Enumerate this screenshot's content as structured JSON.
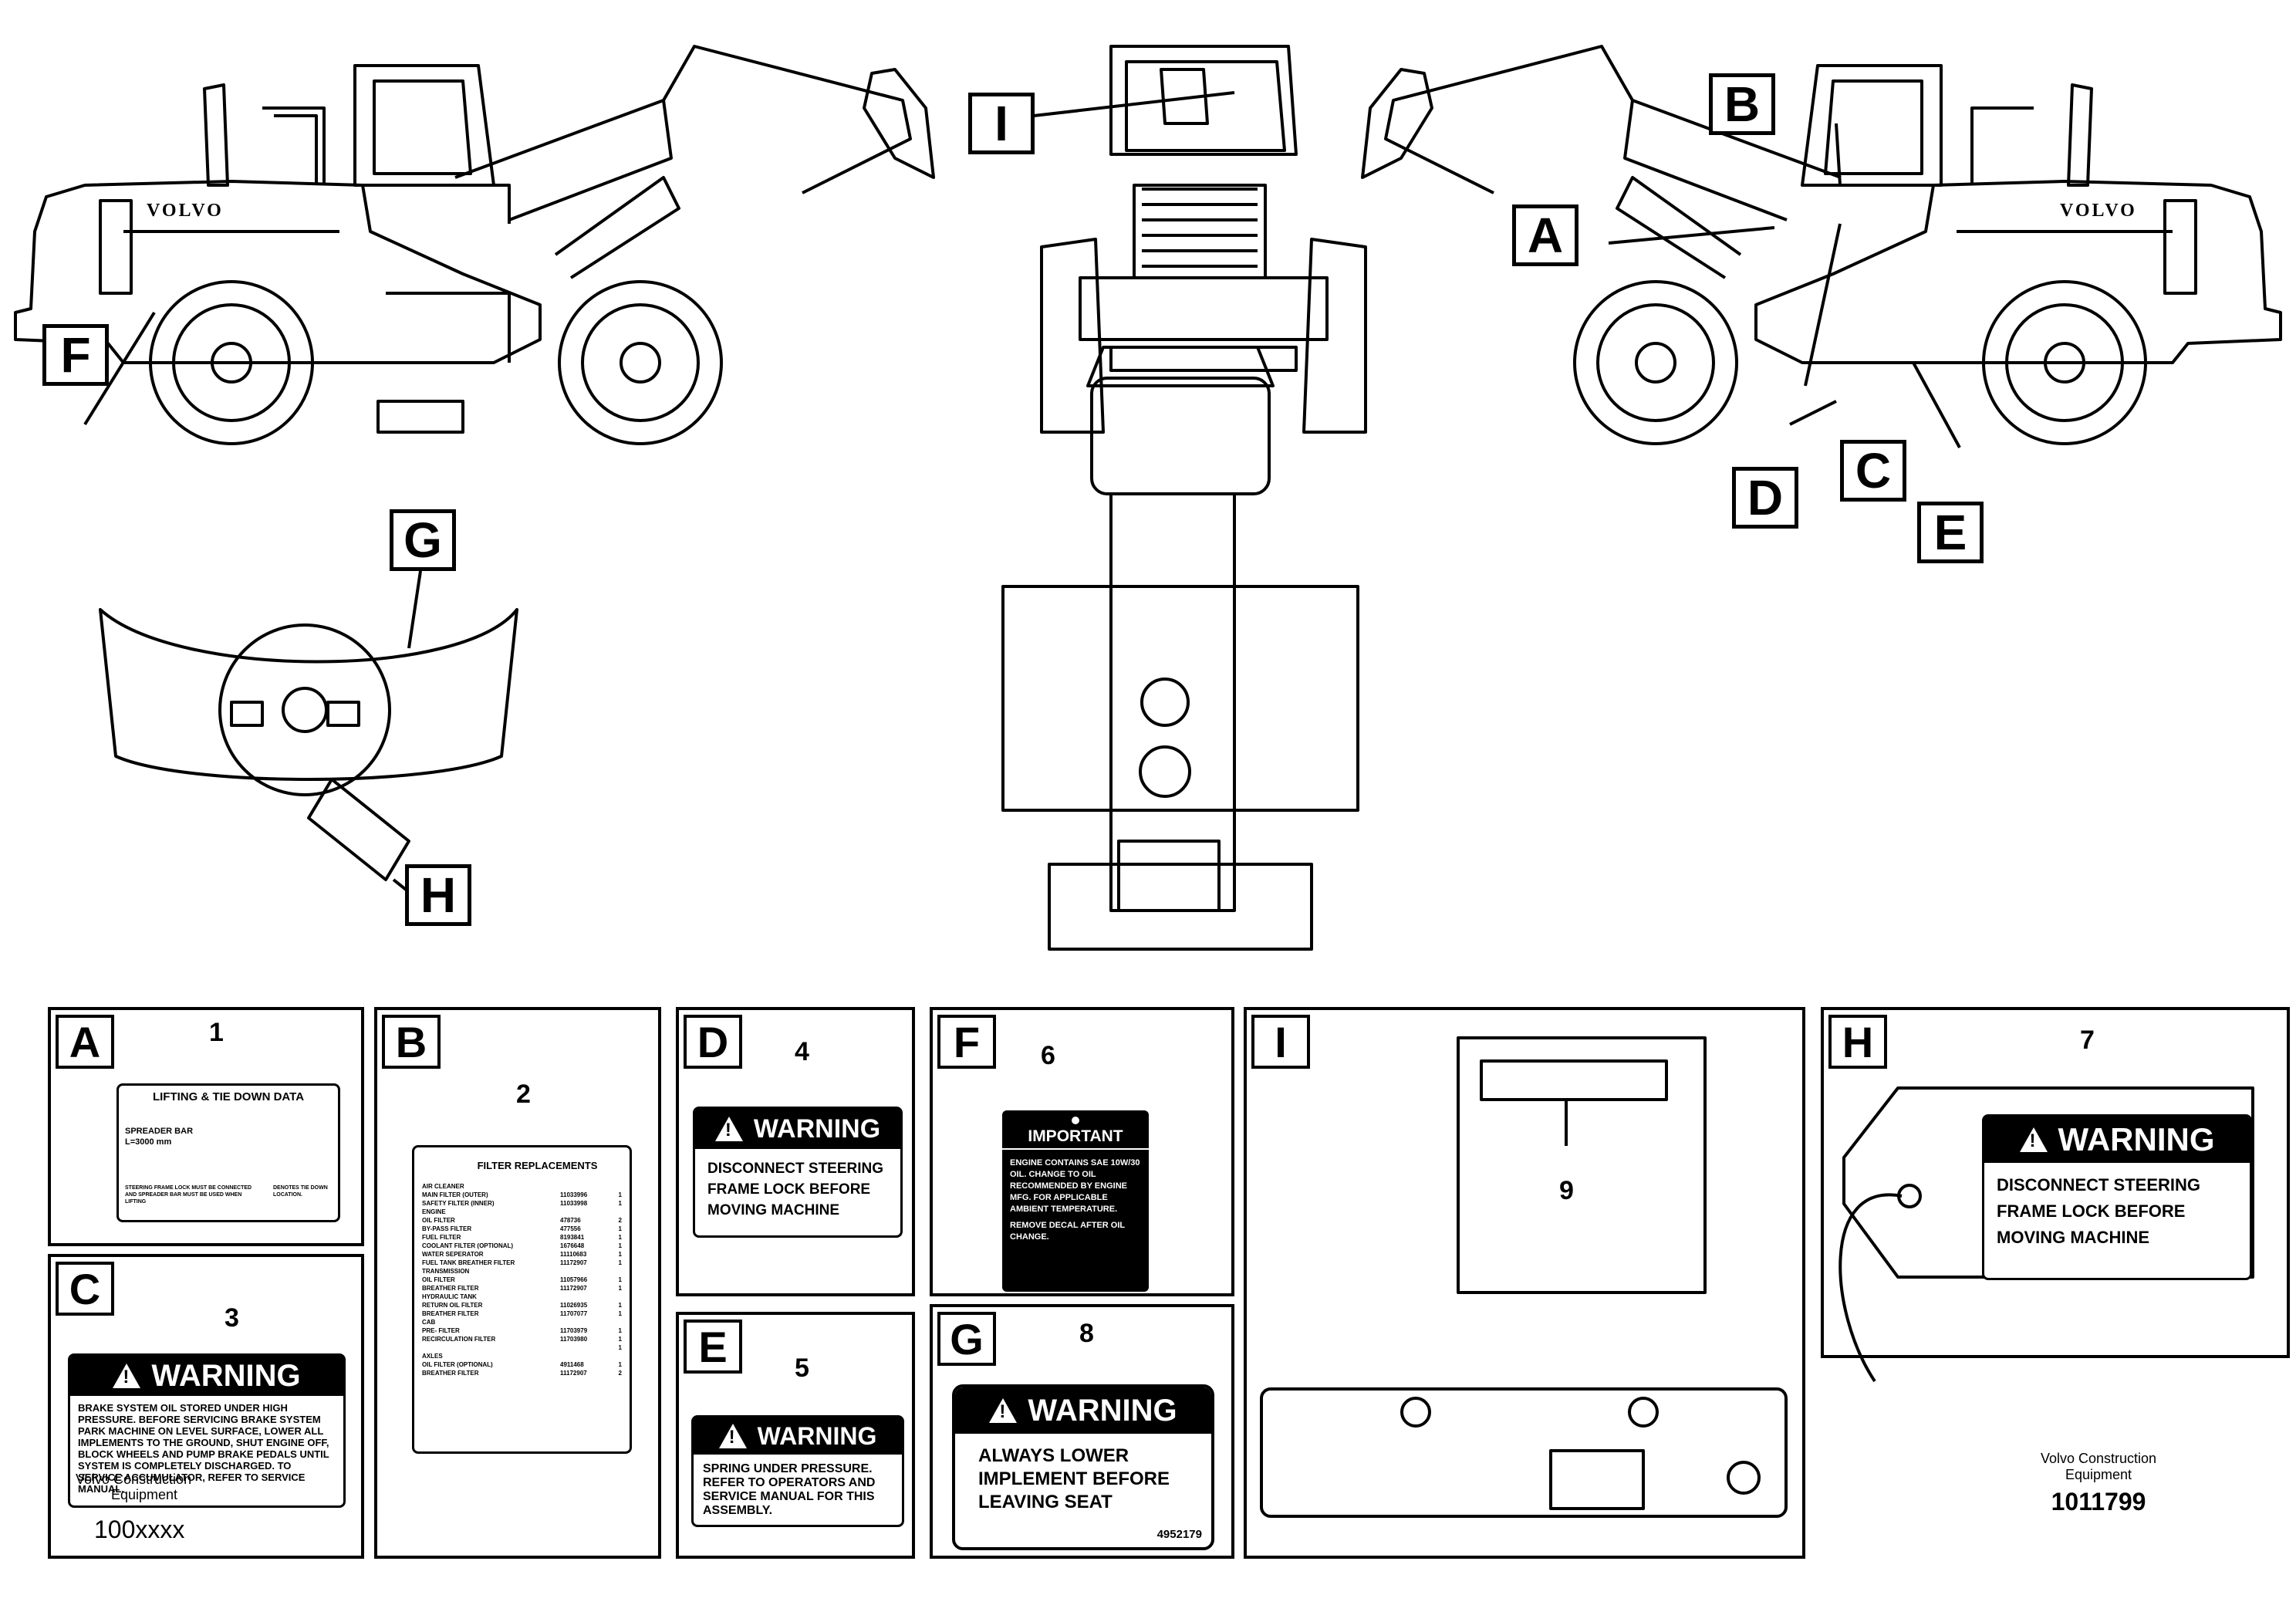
{
  "callouts": {
    "I": "I",
    "B": "B",
    "A": "A",
    "F": "F",
    "C": "C",
    "D": "D",
    "E": "E",
    "G": "G",
    "H": "H"
  },
  "machine": {
    "brand_left": "VOLVO",
    "brand_right": "VOLVO"
  },
  "panels": {
    "A": {
      "letter": "A",
      "number": "1",
      "title": "LIFTING & TIE DOWN DATA",
      "spreader": "SPREADER BAR",
      "spreader_len": "L=3000 mm",
      "note_left": "STEERING FRAME LOCK MUST BE CONNECTED AND SPREADER BAR MUST BE USED WHEN LIFTING",
      "note_right": "DENOTES TIE DOWN LOCATION."
    },
    "B": {
      "letter": "B",
      "number": "2",
      "title": "FILTER REPLACEMENTS",
      "rows": [
        [
          "AIR CLEANER",
          "",
          ""
        ],
        [
          "MAIN FILTER (OUTER)",
          "11033996",
          "1"
        ],
        [
          "SAFETY FILTER (INNER)",
          "11033998",
          "1"
        ],
        [
          "ENGINE",
          "",
          ""
        ],
        [
          "OIL FILTER",
          "478736",
          "2"
        ],
        [
          "BY-PASS FILTER",
          "477556",
          "1"
        ],
        [
          "FUEL FILTER",
          "8193841",
          "1"
        ],
        [
          "COOLANT FILTER (OPTIONAL)",
          "1676648",
          "1"
        ],
        [
          "WATER SEPERATOR",
          "11110683",
          "1"
        ],
        [
          "FUEL TANK BREATHER FILTER",
          "11172907",
          "1"
        ],
        [
          "TRANSMISSION",
          "",
          ""
        ],
        [
          "OIL FILTER",
          "11057966",
          "1"
        ],
        [
          "BREATHER FILTER",
          "11172907",
          "1"
        ],
        [
          "HYDRAULIC TANK",
          "",
          ""
        ],
        [
          "RETURN OIL FILTER",
          "11026935",
          "1"
        ],
        [
          "BREATHER FILTER",
          "11707077",
          "1"
        ],
        [
          "CAB",
          "",
          ""
        ],
        [
          "PRE- FILTER",
          "11703979",
          "1"
        ],
        [
          "RECIRCULATION FILTER",
          "11703980",
          "1"
        ],
        [
          "",
          "",
          "1"
        ],
        [
          "AXLES",
          "",
          ""
        ],
        [
          "OIL FILTER (OPTIONAL)",
          "4911468",
          "1"
        ],
        [
          "BREATHER FILTER",
          "11172907",
          "2"
        ]
      ]
    },
    "C": {
      "letter": "C",
      "number": "3",
      "head": "WARNING",
      "text": "BRAKE SYSTEM OIL STORED UNDER HIGH PRESSURE. BEFORE SERVICING BRAKE SYSTEM PARK MACHINE ON LEVEL SURFACE, LOWER ALL IMPLEMENTS TO THE GROUND, SHUT ENGINE OFF, BLOCK WHEELS AND PUMP BRAKE PEDALS UNTIL SYSTEM IS COMPLETELY DISCHARGED. TO SERVICE ACCUMULATOR, REFER TO SERVICE MANUAL.",
      "overlay_1": "Volvo Construction",
      "overlay_2": "Equipment",
      "code": "100xxxx"
    },
    "D": {
      "letter": "D",
      "number": "4",
      "head": "WARNING",
      "text": "DISCONNECT STEERING FRAME LOCK BEFORE MOVING MACHINE"
    },
    "E": {
      "letter": "E",
      "number": "5",
      "head": "WARNING",
      "text": "SPRING UNDER PRESSURE. REFER TO OPERATORS AND SERVICE MANUAL FOR THIS ASSEMBLY."
    },
    "F": {
      "letter": "F",
      "number": "6",
      "head": "IMPORTANT",
      "text": "ENGINE CONTAINS SAE 10W/30 OIL. CHANGE TO OIL RECOMMENDED BY ENGINE MFG. FOR APPLICABLE AMBIENT TEMPERATURE.",
      "text2": "REMOVE DECAL AFTER OIL CHANGE."
    },
    "G": {
      "letter": "G",
      "number": "8",
      "head": "WARNING",
      "text": "ALWAYS LOWER IMPLEMENT BEFORE LEAVING SEAT",
      "code": "4952179"
    },
    "I": {
      "letter": "I",
      "number": "9"
    },
    "H": {
      "letter": "H",
      "number": "7",
      "head": "WARNING",
      "text": "DISCONNECT STEERING FRAME LOCK BEFORE MOVING MACHINE"
    }
  },
  "credit": {
    "line1": "Volvo Construction",
    "line2": "Equipment",
    "number": "1011799"
  }
}
